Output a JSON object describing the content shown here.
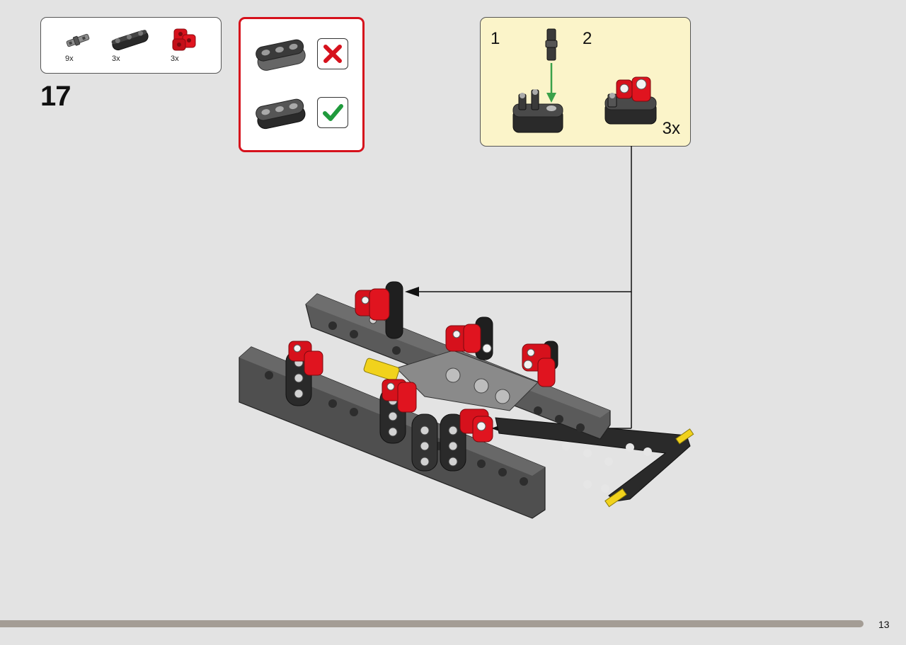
{
  "parts_list": {
    "items": [
      {
        "icon": "connector-pin-icon",
        "count": "9x"
      },
      {
        "icon": "black-beam-3-icon",
        "count": "3x"
      },
      {
        "icon": "red-connector-icon",
        "count": "3x"
      }
    ]
  },
  "step": {
    "number": "17"
  },
  "orientation_check": {
    "wrong_icon": "cross-icon",
    "right_icon": "check-icon",
    "colors": {
      "wrong": "#d6111c",
      "right": "#1f9a3c"
    }
  },
  "subassembly": {
    "step1_label": "1",
    "step2_label": "2",
    "quantity": "3x",
    "background": "#fbf4c9"
  },
  "footer": {
    "page_number": "13"
  }
}
